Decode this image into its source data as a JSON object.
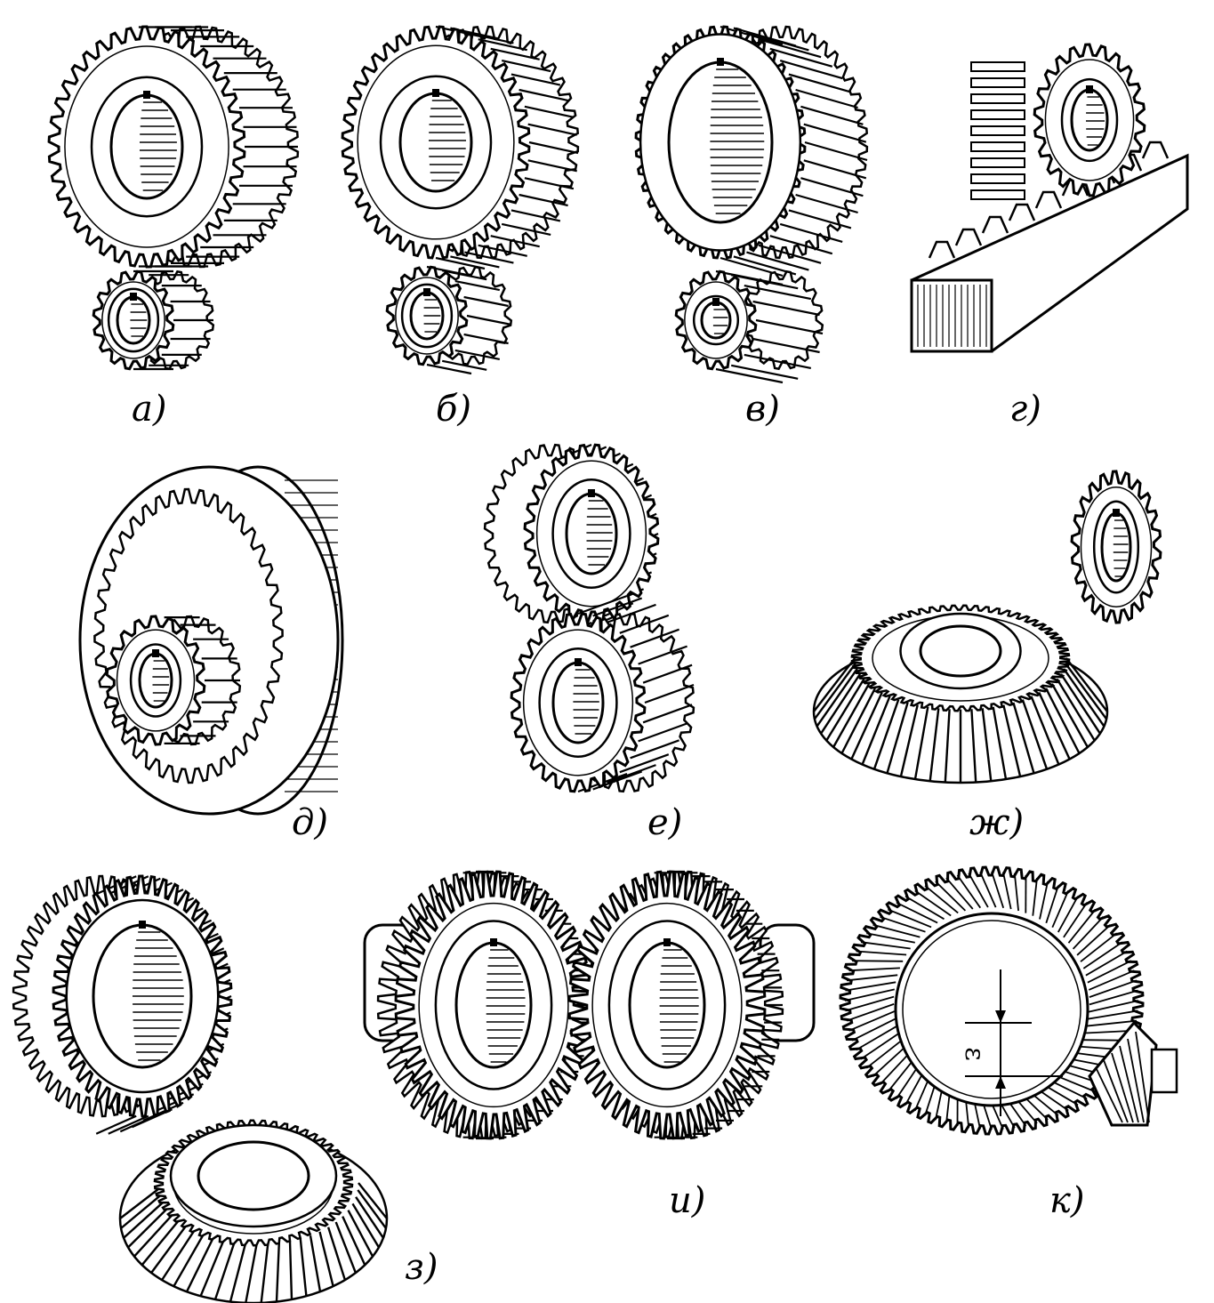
{
  "figure": {
    "panels": [
      {
        "id": "a",
        "label": "а)"
      },
      {
        "id": "b",
        "label": "б)"
      },
      {
        "id": "v",
        "label": "в)"
      },
      {
        "id": "g",
        "label": "г)"
      },
      {
        "id": "d",
        "label": "д)"
      },
      {
        "id": "e",
        "label": "е)"
      },
      {
        "id": "zh",
        "label": "ж)"
      },
      {
        "id": "z",
        "label": "з)"
      },
      {
        "id": "i",
        "label": "и)"
      },
      {
        "id": "k",
        "label": "к)"
      }
    ],
    "dimension_label": "ε",
    "ink_color": "#000000",
    "paper_color": "#ffffff"
  }
}
